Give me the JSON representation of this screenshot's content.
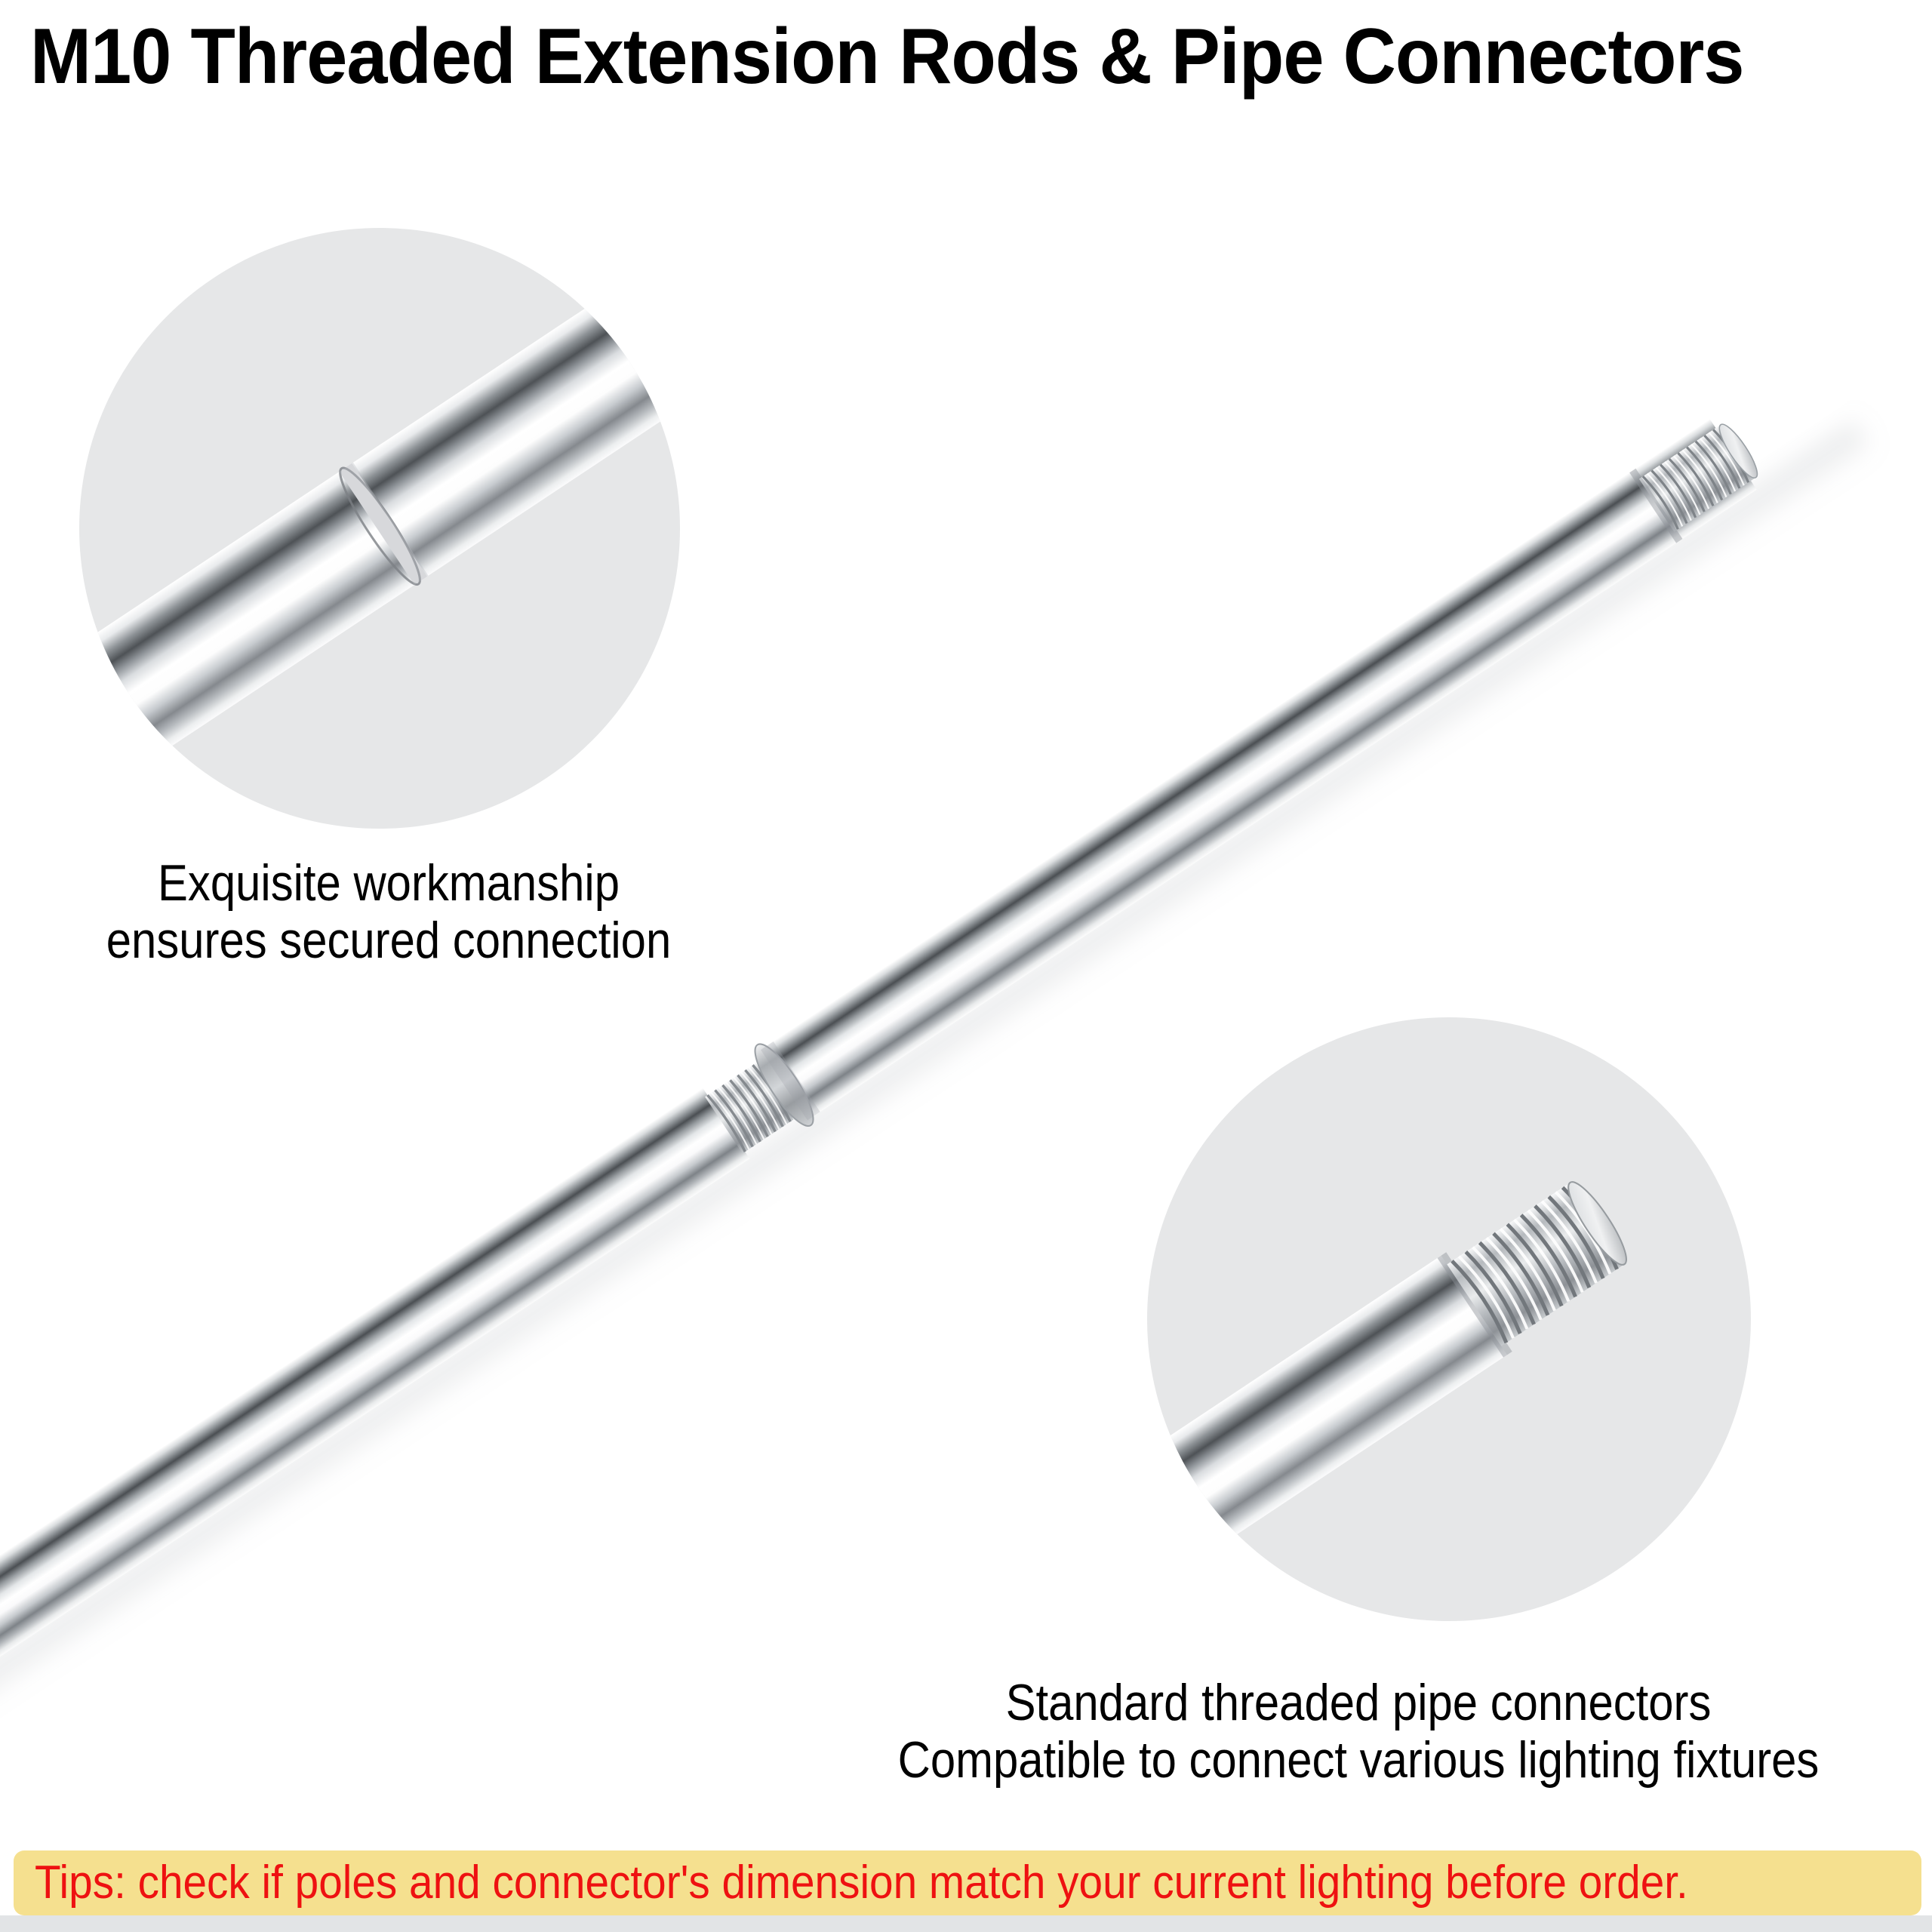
{
  "header": {
    "title": "M10 Threaded Extension Rods & Pipe Connectors"
  },
  "product": {
    "name": "M10 threaded chrome extension rod",
    "finish_color": "#c9cccf",
    "highlight_color": "#ffffff",
    "shadow_color": "#4a4e52"
  },
  "features": [
    {
      "id": "workmanship",
      "inset_name": "rod-joint-closeup",
      "inset_background": "#e6e7e8",
      "caption_lines": [
        "Exquisite workmanship",
        "ensures secured connection"
      ]
    },
    {
      "id": "connectors",
      "inset_name": "threaded-tip-closeup",
      "inset_background": "#e6e7e8",
      "caption_lines": [
        "Standard threaded pipe connectors",
        "Compatible to connect various lighting fixtures"
      ]
    }
  ],
  "tips": {
    "text": "Tips: check if poles and connector's dimension match your current lighting before order.",
    "background_color": "#f5e08f",
    "text_color": "#ee1111"
  },
  "footer": {
    "strip_color": "#e2e4e6"
  }
}
